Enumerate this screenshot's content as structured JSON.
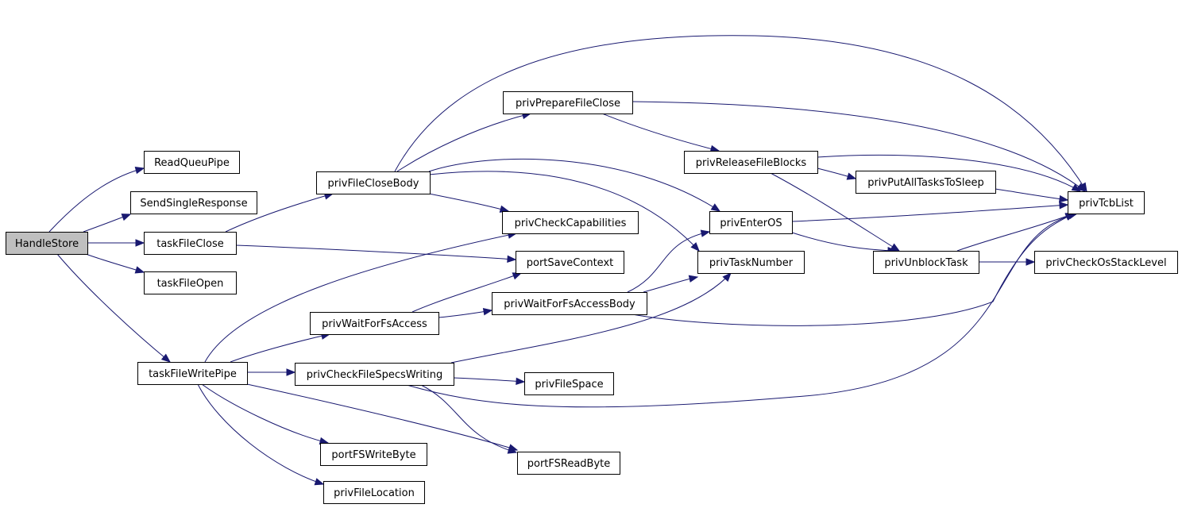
{
  "graph": {
    "direction": "left-to-right",
    "edge_color": "#191970",
    "root_fill": "#bfbfbf",
    "nodes": [
      {
        "id": "HandleStore",
        "label": "HandleStore",
        "root": true
      },
      {
        "id": "ReadQueuPipe",
        "label": "ReadQueuPipe"
      },
      {
        "id": "SendSingleResponse",
        "label": "SendSingleResponse"
      },
      {
        "id": "taskFileClose",
        "label": "taskFileClose"
      },
      {
        "id": "taskFileOpen",
        "label": "taskFileOpen"
      },
      {
        "id": "taskFileWritePipe",
        "label": "taskFileWritePipe"
      },
      {
        "id": "privFileCloseBody",
        "label": "privFileCloseBody"
      },
      {
        "id": "privWaitForFsAccess",
        "label": "privWaitForFsAccess"
      },
      {
        "id": "portFSWriteByte",
        "label": "portFSWriteByte"
      },
      {
        "id": "privFileLocation",
        "label": "privFileLocation"
      },
      {
        "id": "privPrepareFileClose",
        "label": "privPrepareFileClose"
      },
      {
        "id": "privCheckCapabilities",
        "label": "privCheckCapabilities"
      },
      {
        "id": "portSaveContext",
        "label": "portSaveContext"
      },
      {
        "id": "privWaitForFsAccessBody",
        "label": "privWaitForFsAccessBody"
      },
      {
        "id": "privCheckFileSpecsWriting",
        "label": "privCheckFileSpecsWriting"
      },
      {
        "id": "privFileSpace",
        "label": "privFileSpace"
      },
      {
        "id": "portFSReadByte",
        "label": "portFSReadByte"
      },
      {
        "id": "privReleaseFileBlocks",
        "label": "privReleaseFileBlocks"
      },
      {
        "id": "privEnterOS",
        "label": "privEnterOS"
      },
      {
        "id": "privTaskNumber",
        "label": "privTaskNumber"
      },
      {
        "id": "privPutAllTasksToSleep",
        "label": "privPutAllTasksToSleep"
      },
      {
        "id": "privUnblockTask",
        "label": "privUnblockTask"
      },
      {
        "id": "privTcbList",
        "label": "privTcbList"
      },
      {
        "id": "privCheckOsStackLevel",
        "label": "privCheckOsStackLevel"
      }
    ],
    "edges": [
      {
        "from": "HandleStore",
        "to": "ReadQueuPipe"
      },
      {
        "from": "HandleStore",
        "to": "SendSingleResponse"
      },
      {
        "from": "HandleStore",
        "to": "taskFileClose"
      },
      {
        "from": "HandleStore",
        "to": "taskFileOpen"
      },
      {
        "from": "HandleStore",
        "to": "taskFileWritePipe"
      },
      {
        "from": "taskFileClose",
        "to": "privFileCloseBody"
      },
      {
        "from": "taskFileClose",
        "to": "portSaveContext"
      },
      {
        "from": "taskFileWritePipe",
        "to": "privCheckCapabilities"
      },
      {
        "from": "taskFileWritePipe",
        "to": "privWaitForFsAccess"
      },
      {
        "from": "taskFileWritePipe",
        "to": "privCheckFileSpecsWriting"
      },
      {
        "from": "taskFileWritePipe",
        "to": "portFSWriteByte"
      },
      {
        "from": "taskFileWritePipe",
        "to": "privFileLocation"
      },
      {
        "from": "taskFileWritePipe",
        "to": "portFSReadByte"
      },
      {
        "from": "privFileCloseBody",
        "to": "privPrepareFileClose"
      },
      {
        "from": "privFileCloseBody",
        "to": "privCheckCapabilities"
      },
      {
        "from": "privFileCloseBody",
        "to": "privEnterOS"
      },
      {
        "from": "privFileCloseBody",
        "to": "privTaskNumber"
      },
      {
        "from": "privFileCloseBody",
        "to": "privTcbList"
      },
      {
        "from": "privWaitForFsAccess",
        "to": "portSaveContext"
      },
      {
        "from": "privWaitForFsAccess",
        "to": "privWaitForFsAccessBody"
      },
      {
        "from": "privPrepareFileClose",
        "to": "privReleaseFileBlocks"
      },
      {
        "from": "privPrepareFileClose",
        "to": "privTcbList"
      },
      {
        "from": "privWaitForFsAccessBody",
        "to": "privEnterOS"
      },
      {
        "from": "privWaitForFsAccessBody",
        "to": "privTaskNumber"
      },
      {
        "from": "privWaitForFsAccessBody",
        "to": "privTcbList"
      },
      {
        "from": "privCheckFileSpecsWriting",
        "to": "privTaskNumber"
      },
      {
        "from": "privCheckFileSpecsWriting",
        "to": "privFileSpace"
      },
      {
        "from": "privCheckFileSpecsWriting",
        "to": "portFSReadByte"
      },
      {
        "from": "privCheckFileSpecsWriting",
        "to": "privTcbList"
      },
      {
        "from": "privReleaseFileBlocks",
        "to": "privPutAllTasksToSleep"
      },
      {
        "from": "privReleaseFileBlocks",
        "to": "privUnblockTask"
      },
      {
        "from": "privReleaseFileBlocks",
        "to": "privTcbList"
      },
      {
        "from": "privEnterOS",
        "to": "privUnblockTask"
      },
      {
        "from": "privEnterOS",
        "to": "privTcbList"
      },
      {
        "from": "privPutAllTasksToSleep",
        "to": "privTcbList"
      },
      {
        "from": "privUnblockTask",
        "to": "privTcbList"
      },
      {
        "from": "privUnblockTask",
        "to": "privCheckOsStackLevel"
      }
    ]
  }
}
